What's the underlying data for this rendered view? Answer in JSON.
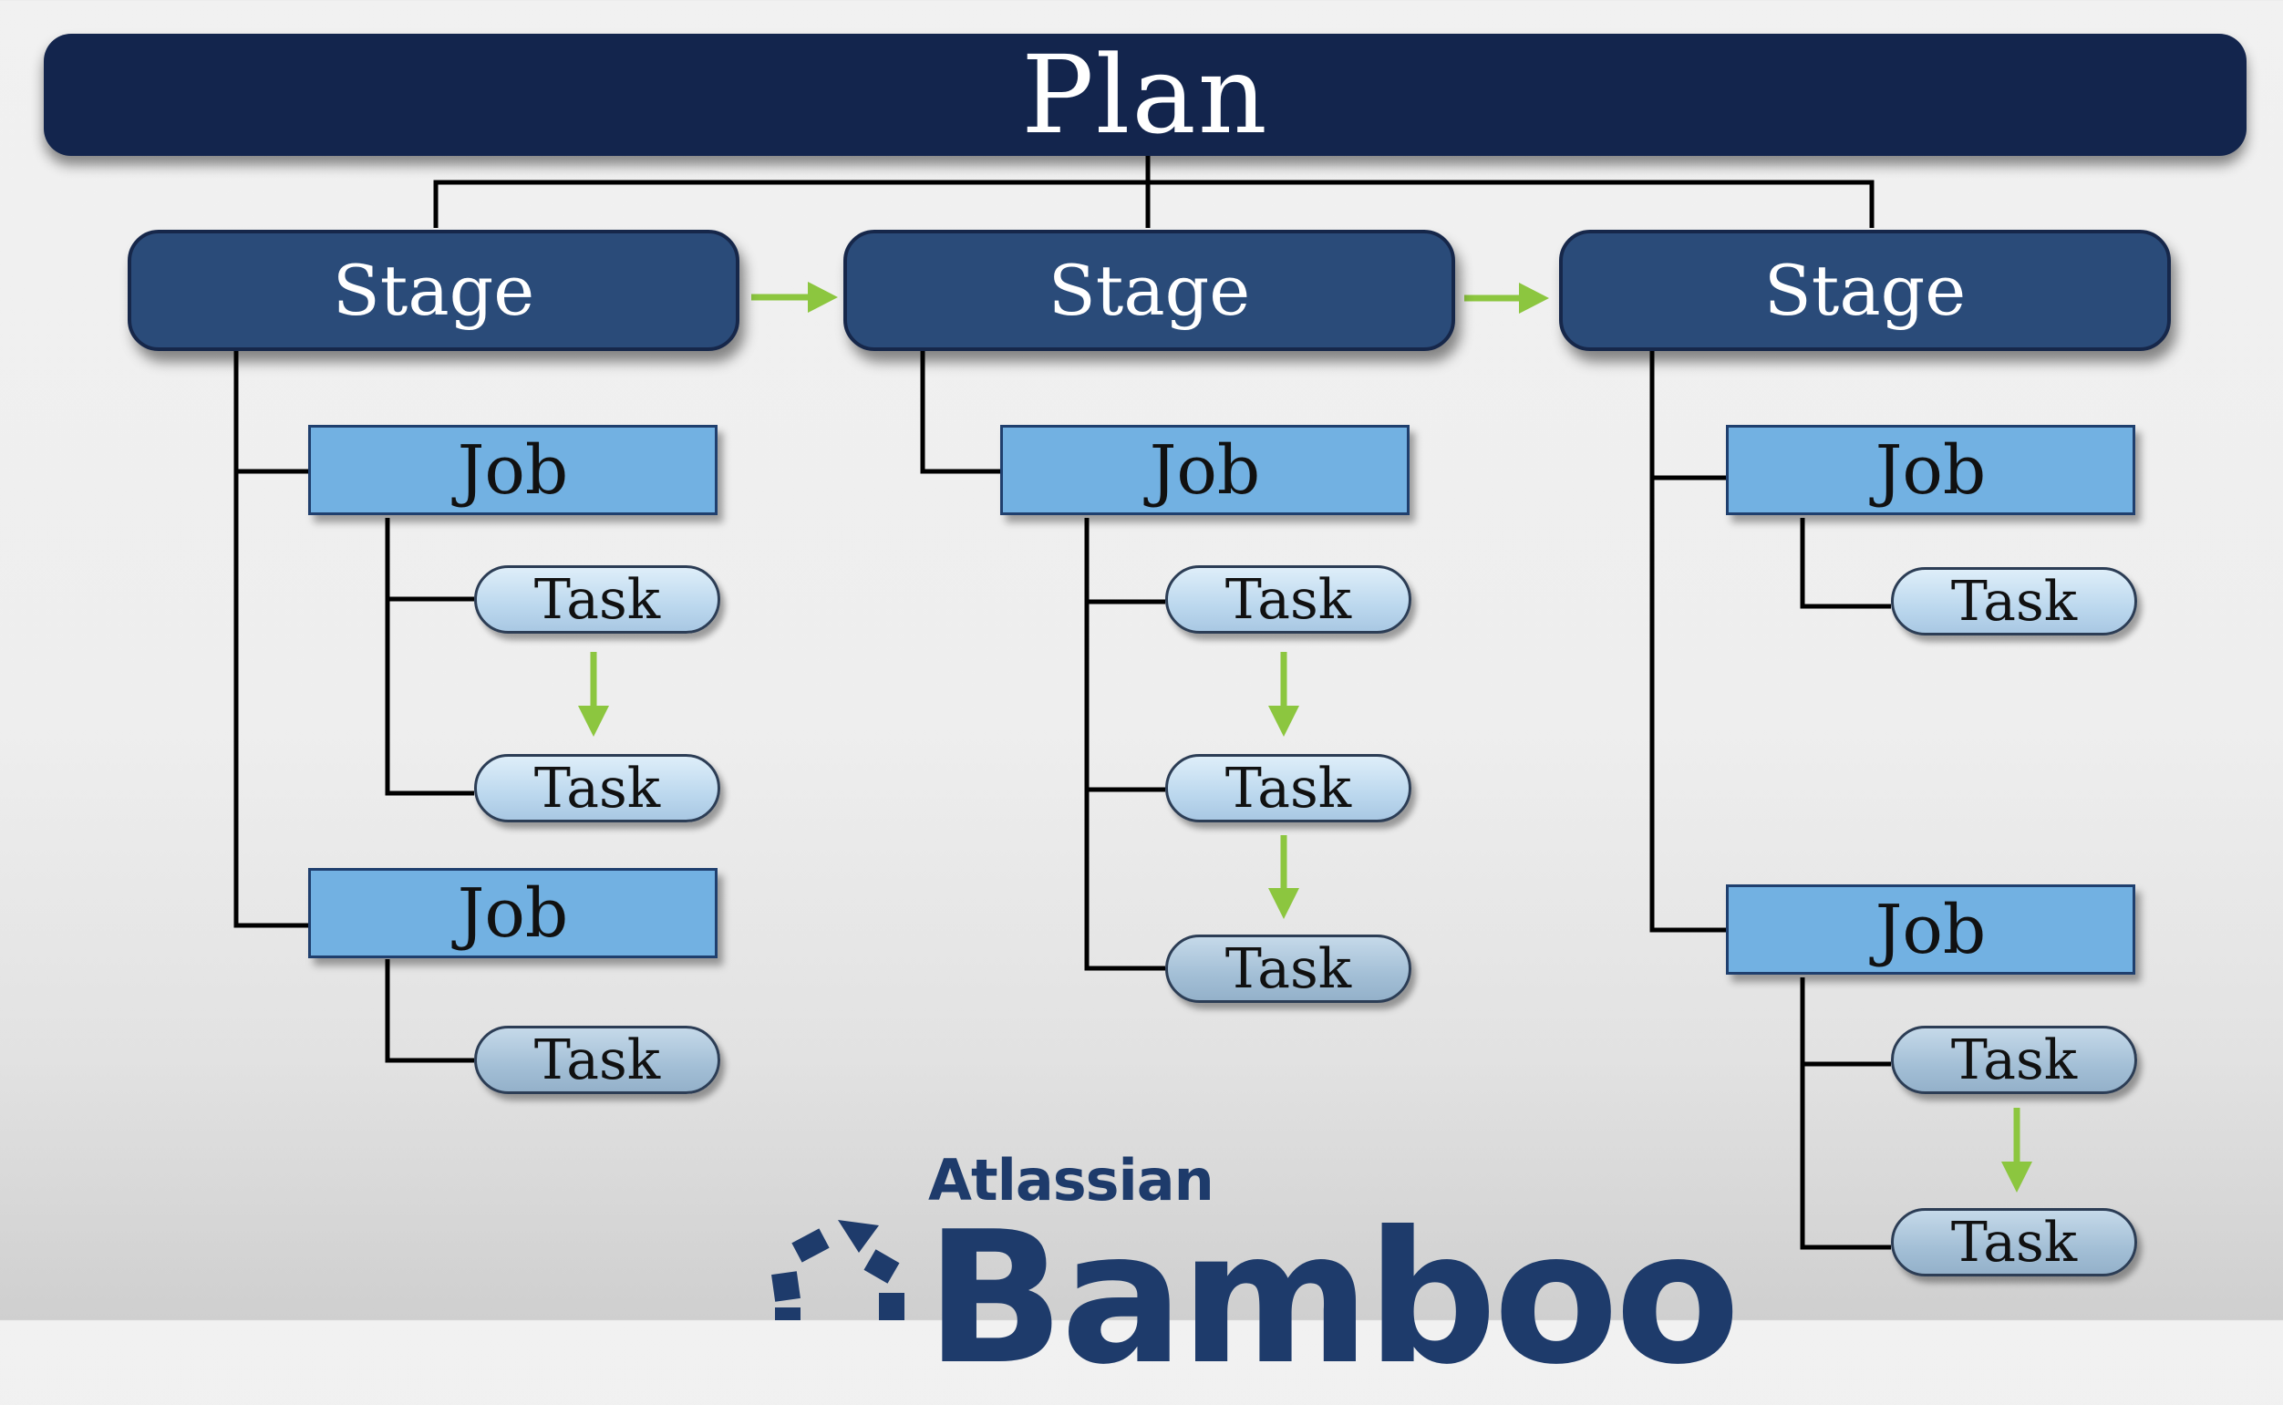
{
  "plan": {
    "label": "Plan"
  },
  "stages": [
    {
      "label": "Stage",
      "jobs": [
        {
          "label": "Job",
          "tasks": [
            "Task",
            "Task"
          ]
        },
        {
          "label": "Job",
          "tasks": [
            "Task"
          ]
        }
      ]
    },
    {
      "label": "Stage",
      "jobs": [
        {
          "label": "Job",
          "tasks": [
            "Task",
            "Task",
            "Task"
          ]
        }
      ]
    },
    {
      "label": "Stage",
      "jobs": [
        {
          "label": "Job",
          "tasks": [
            "Task"
          ]
        },
        {
          "label": "Job",
          "tasks": [
            "Task",
            "Task"
          ]
        }
      ]
    }
  ],
  "branding": {
    "company": "Atlassian",
    "product": "Bamboo"
  },
  "colors": {
    "plan_fill": "#13254d",
    "stage_fill": "#2a4b79",
    "job_fill": "#72b1e2",
    "task_fill": "#c9e1f3",
    "arrow": "#8cc63f",
    "connector": "#000000"
  }
}
